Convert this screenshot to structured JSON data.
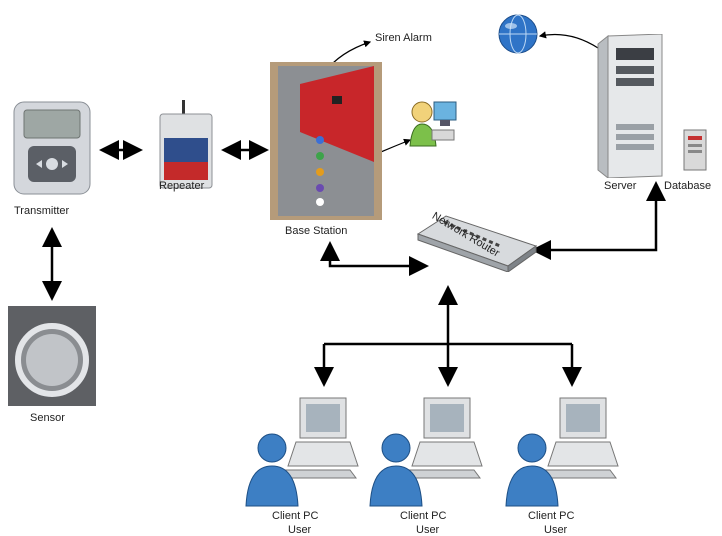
{
  "labels": {
    "transmitter": "Transmitter",
    "repeater": "Repeater",
    "base_station": "Base Station",
    "siren_alarm": "Siren Alarm",
    "network_router": "Network Router",
    "server": "Server",
    "database": "Database",
    "sensor": "Sensor",
    "client_pc_1": "Client PC",
    "client_pc_2": "Client PC",
    "client_pc_3": "Client PC",
    "user_1": "User",
    "user_2": "User",
    "user_3": "User"
  },
  "colors": {
    "arrow": "#000000",
    "base_station_red": "#c8262a",
    "user_blue": "#3d7fc4"
  }
}
